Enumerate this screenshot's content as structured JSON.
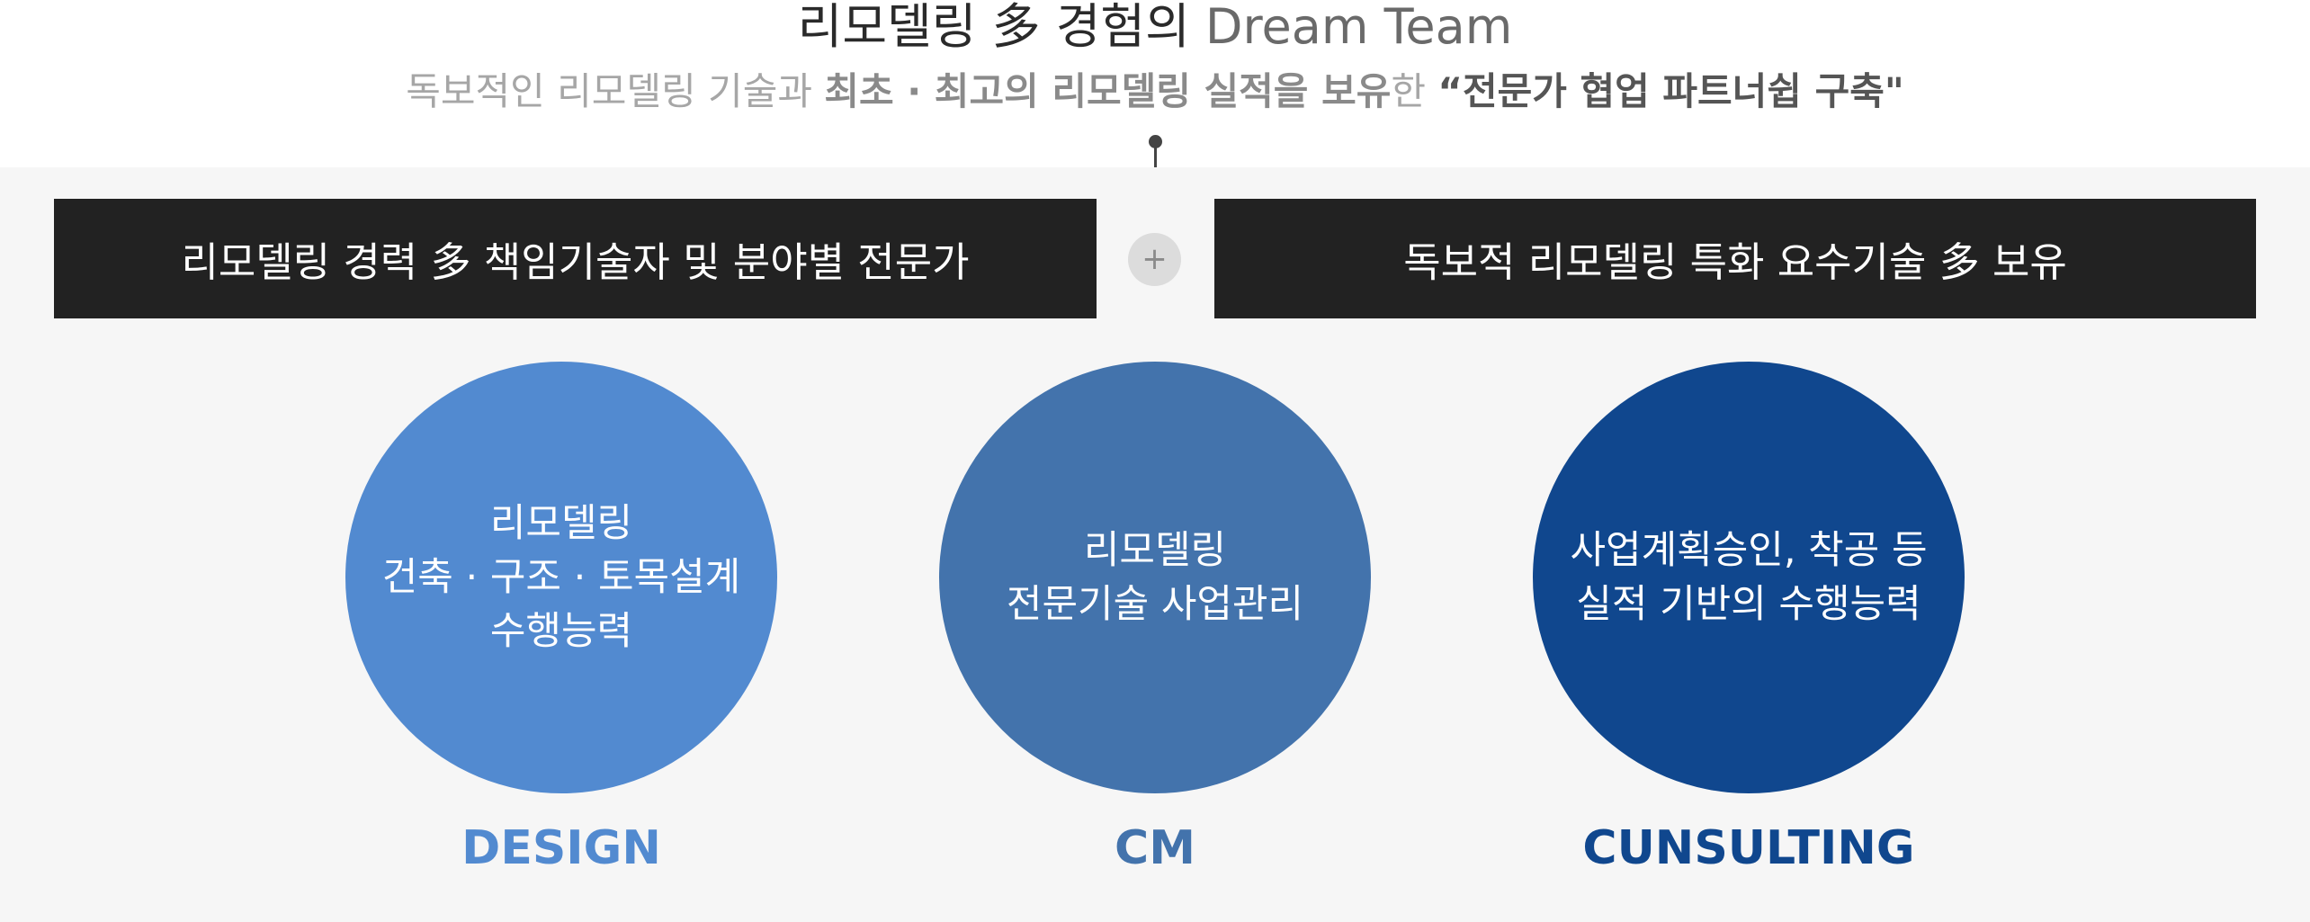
{
  "header": {
    "title_main": "리모델링 多 경험의 ",
    "title_accent": "Dream Team",
    "subtitle_part1": "독보적인 리모델링 기술과 ",
    "subtitle_bold1": "최초 · 최고의 리모델링 실적을 보유",
    "subtitle_part2": "한 ",
    "subtitle_bold2": "“전문가 협업 파트너쉽 구축\""
  },
  "bars": {
    "left": "리모델링 경력 多 책임기술자 및 분야별 전문가",
    "plus": "+",
    "right": "독보적 리모델링 특화 요수기술 多 보유"
  },
  "circles": [
    {
      "lines": [
        "리모델링",
        "건축 · 구조 · 토목설계",
        "수행능력"
      ],
      "caption": "DESIGN"
    },
    {
      "lines": [
        "리모델링",
        "전문기술 사업관리"
      ],
      "caption": "CM"
    },
    {
      "lines": [
        "사업계획승인, 착공 등",
        "실적 기반의 수행능력"
      ],
      "caption": "CUNSULTING"
    }
  ],
  "colors": {
    "design": "#528ad0",
    "cm": "#4373ac",
    "consulting": "#10478e",
    "bar": "#222222",
    "panel": "#f6f6f6"
  }
}
